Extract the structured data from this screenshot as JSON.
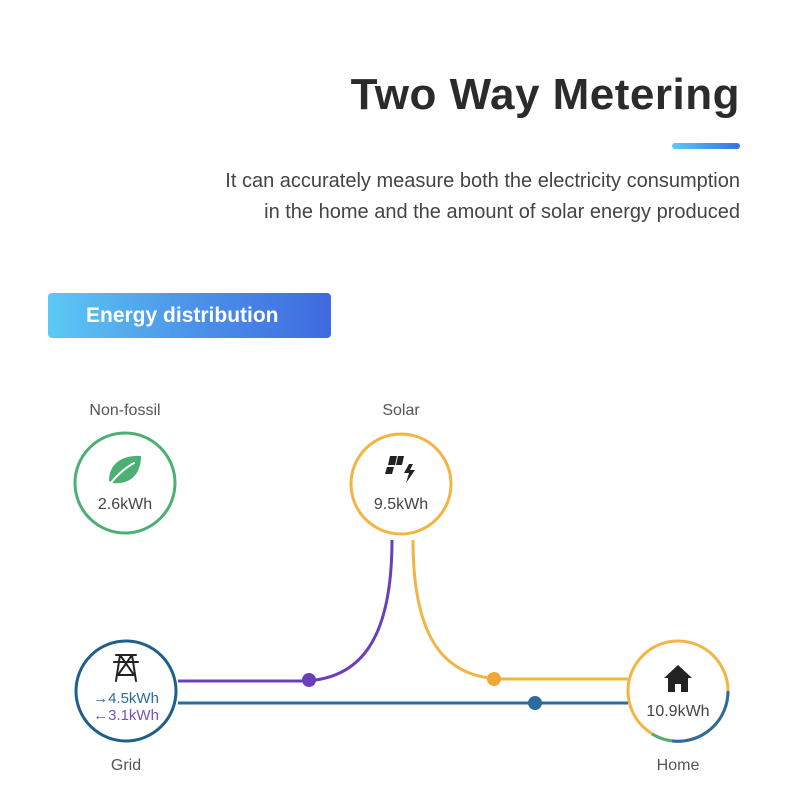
{
  "header": {
    "title": "Two Way Metering",
    "description_line1": "It can accurately measure both the electricity consumption",
    "description_line2": "in the home and the amount of solar energy produced"
  },
  "section": {
    "badge_label": "Energy distribution",
    "badge_colors": [
      "#5cc8f4",
      "#3f6ae0"
    ]
  },
  "nodes": {
    "non_fossil": {
      "label": "Non-fossil",
      "value": "2.6kWh",
      "color": "#4caf73",
      "icon": "leaf-icon"
    },
    "solar": {
      "label": "Solar",
      "value": "9.5kWh",
      "color": "#f2b544",
      "icon": "solar-panel-icon"
    },
    "grid": {
      "label": "Grid",
      "value_in": "→4.5kWh",
      "value_out": "←3.1kWh",
      "color": "#1f5f8b",
      "icon": "power-tower-icon"
    },
    "home": {
      "label": "Home",
      "value": "10.9kWh",
      "color": "#f2b544",
      "icon": "home-icon"
    }
  },
  "flows": {
    "grid_to_home_color": "#2d6a9f",
    "solar_to_grid_color": "#6b3fb8",
    "solar_to_home_color": "#f2b544",
    "grid_in_text_color": "#2d6a9f",
    "grid_out_text_color": "#7b4fc4"
  }
}
